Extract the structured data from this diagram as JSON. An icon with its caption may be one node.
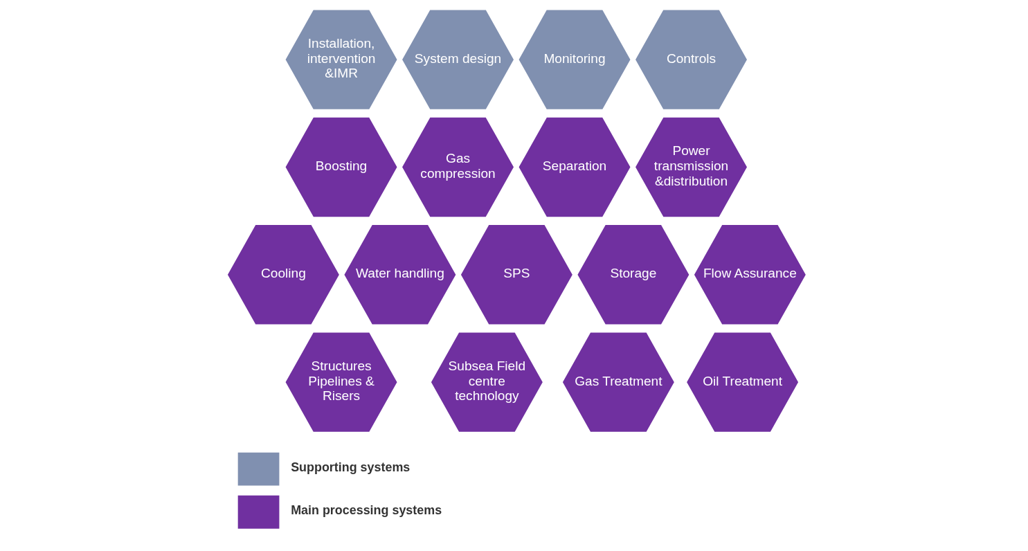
{
  "diagram": {
    "nodes": [
      {
        "text": [
          "System design"
        ]
      },
      {
        "text": [
          "Monitoring"
        ]
      },
      {
        "text": [
          "Installation, intervention &IMR"
        ]
      },
      {
        "text": [
          "Controls"
        ]
      },
      {
        "text": [
          "Boosting"
        ]
      },
      {
        "text": [
          "Gas compression"
        ]
      },
      {
        "text": [
          "Separation"
        ]
      },
      {
        "text": [
          "Power transmission &distribution"
        ]
      },
      {
        "text": [
          "Cooling"
        ]
      },
      {
        "text": [
          "Water handling"
        ]
      },
      {
        "text": [
          "SPS"
        ]
      },
      {
        "text": [
          "Storage"
        ]
      },
      {
        "text": [
          "Flow Assurance"
        ]
      },
      {
        "text": [
          "Structures Pipelines & Risers"
        ]
      },
      {
        "text": [
          "Subsea Field centre technology"
        ]
      },
      {
        "text": [
          "Gas Treatment"
        ]
      },
      {
        "text": [
          "Oil Treatment"
        ]
      }
    ],
    "edges": [],
    "legend": [
      {
        "text": "Supporting systems",
        "color": "#8090b0"
      },
      {
        "text": "Main processing systems",
        "color": "#7030a0"
      }
    ]
  }
}
